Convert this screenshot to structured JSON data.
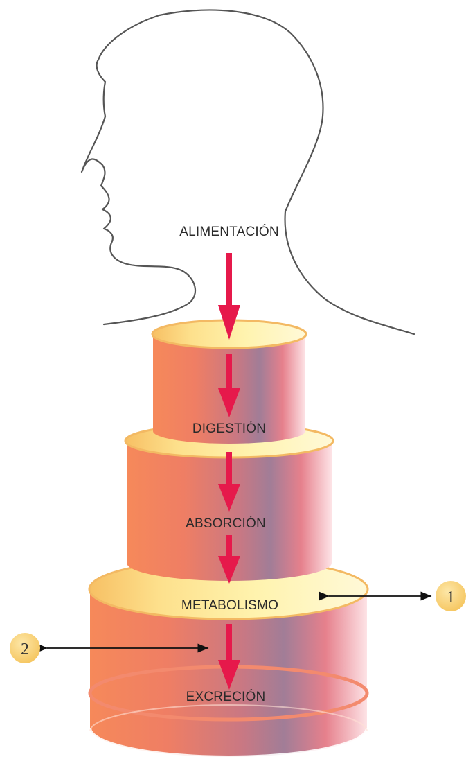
{
  "labels": {
    "alimentacion": "ALIMENTACIÓN",
    "digestion": "DIGESTIÓN",
    "absorcion": "ABSORCIÓN",
    "metabolismo": "METABOLISMO",
    "excrecion": "EXCRECIÓN"
  },
  "callouts": {
    "one": "1",
    "two": "2"
  },
  "colors": {
    "arrow": "#e6194b",
    "cylinder_left": "#f4875a",
    "cylinder_mid": "#d7777d",
    "cylinder_shade": "#a07d93",
    "rim_light": "#fff0a0",
    "rim_dark": "#f7c266",
    "callout_fill": "#f8cf6f",
    "outline": "#555555"
  },
  "icons": {
    "head": "human-head-profile-icon",
    "flow_arrow": "arrow-down-icon",
    "leader": "double-arrow-icon"
  }
}
